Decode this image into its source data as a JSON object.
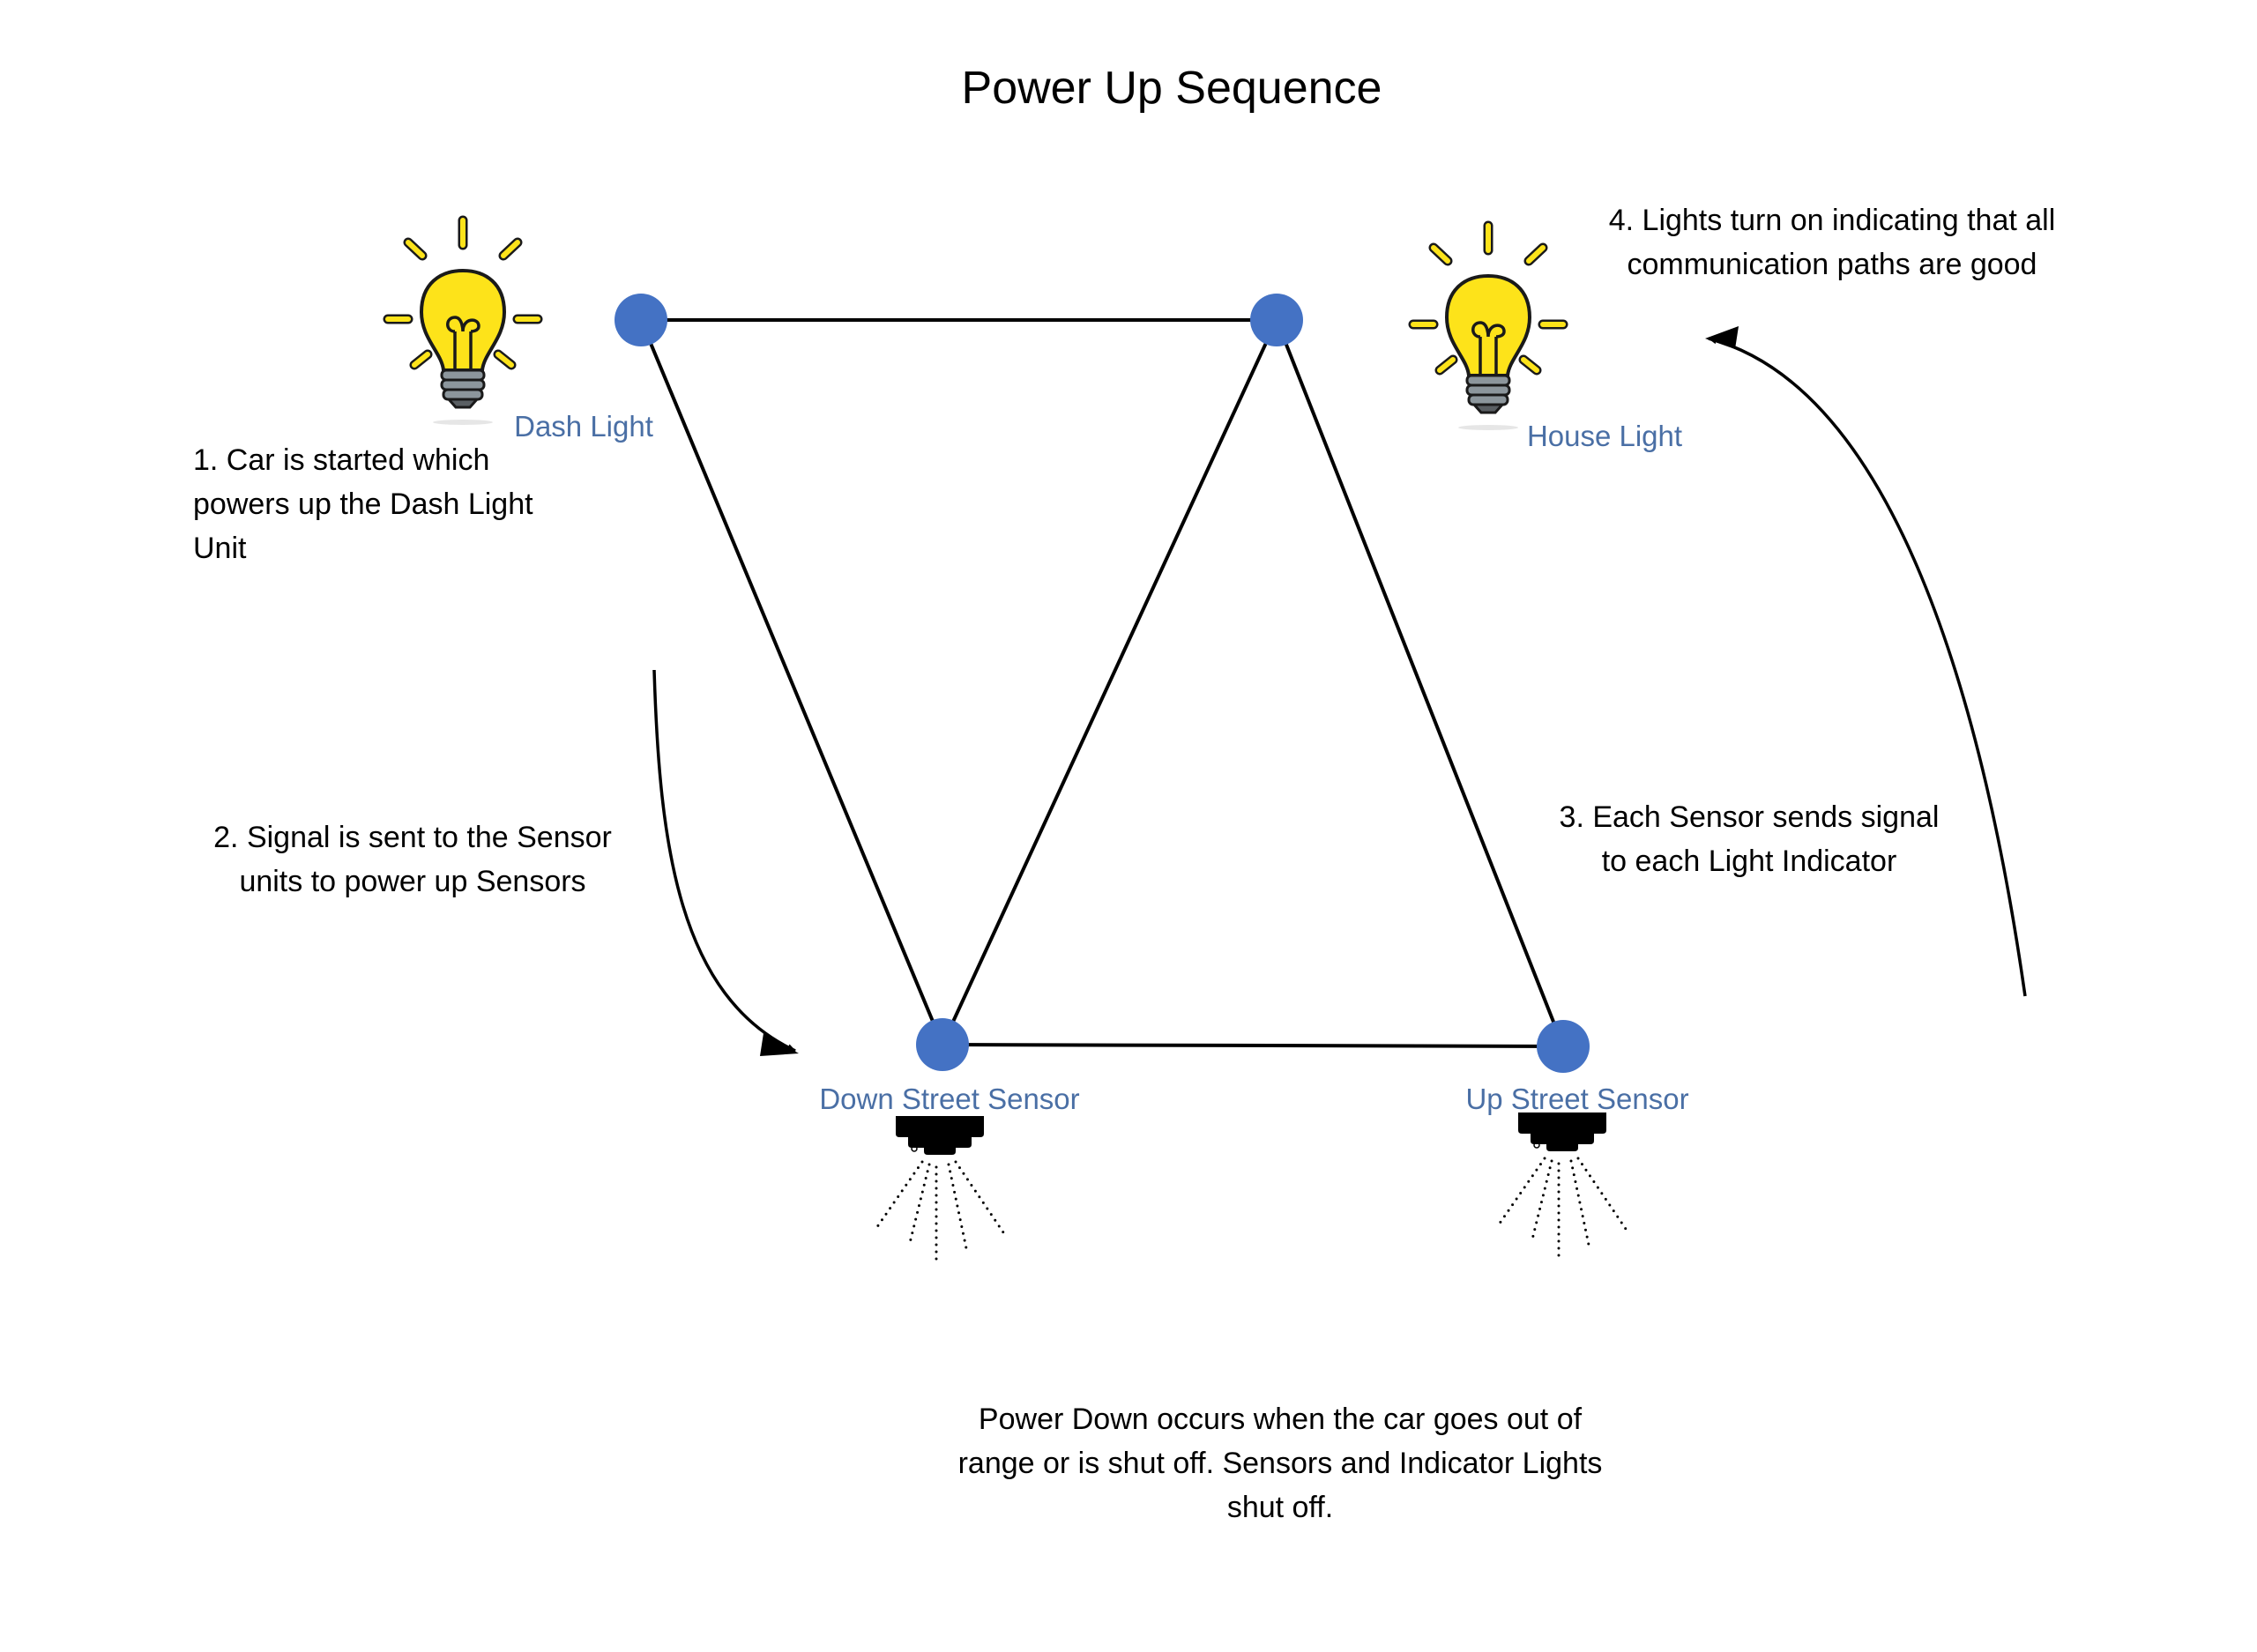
{
  "diagram": {
    "title": "Power Up Sequence",
    "colors": {
      "node": "#4472c4",
      "label": "#4a6fa5",
      "bulb": "#fde31a",
      "bulb_outline": "#1a1a1a",
      "bulb_base": "#8c969c",
      "connector": "#000000"
    },
    "nodes": [
      {
        "id": "dash-light",
        "label": "Dash Light",
        "icon": "light-bulb-icon"
      },
      {
        "id": "house-light",
        "label": "House Light",
        "icon": "light-bulb-icon"
      },
      {
        "id": "down-street-sensor",
        "label": "Down Street Sensor",
        "icon": "motion-sensor-icon"
      },
      {
        "id": "up-street-sensor",
        "label": "Up Street Sensor",
        "icon": "motion-sensor-icon"
      }
    ],
    "edges": [
      [
        "dash-light",
        "house-light"
      ],
      [
        "dash-light",
        "down-street-sensor"
      ],
      [
        "house-light",
        "down-street-sensor"
      ],
      [
        "house-light",
        "up-street-sensor"
      ],
      [
        "down-street-sensor",
        "up-street-sensor"
      ]
    ],
    "steps": [
      {
        "lines": [
          "1. Car is started which",
          "powers up the Dash Light",
          "Unit"
        ]
      },
      {
        "lines": [
          "2. Signal is sent to the Sensor",
          "units to power up Sensors"
        ]
      },
      {
        "lines": [
          "3.  Each Sensor sends signal",
          "to each Light Indicator"
        ]
      },
      {
        "lines": [
          "4.  Lights turn on indicating that all",
          "communication paths are good"
        ]
      }
    ],
    "arrows": [
      {
        "name": "step-2-arrow",
        "direction": "down toward Down Street Sensor"
      },
      {
        "name": "step-4-arrow",
        "direction": "up toward House Light / step 4"
      }
    ],
    "footer": {
      "lines": [
        "Power Down occurs when the car goes out of",
        "range or is shut off.  Sensors and Indicator Lights",
        "shut off."
      ]
    }
  }
}
